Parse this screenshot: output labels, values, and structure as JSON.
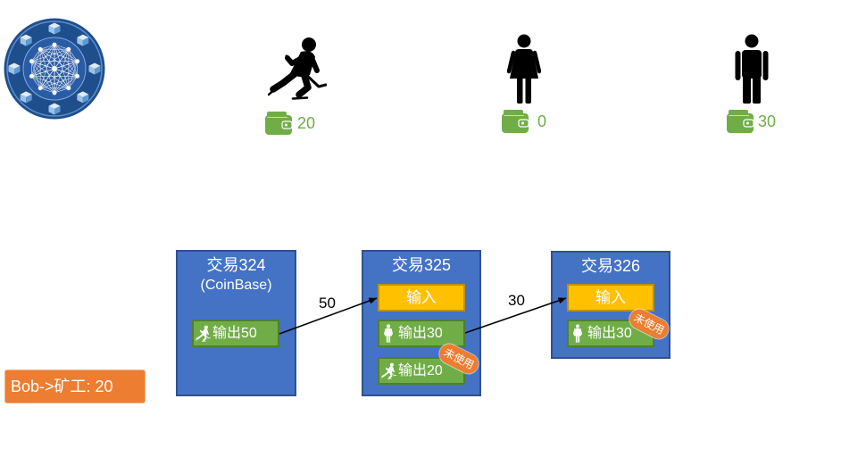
{
  "logo": {
    "icon": "network-logo-icon"
  },
  "users": [
    {
      "icon": "hockey-player-icon",
      "wallet_icon": "wallet-icon",
      "balance": "20"
    },
    {
      "icon": "woman-icon",
      "wallet_icon": "wallet-icon",
      "balance": "0"
    },
    {
      "icon": "man-icon",
      "wallet_icon": "wallet-icon",
      "balance": "30"
    }
  ],
  "transactions": [
    {
      "title": "交易324",
      "subtitle": "(CoinBase)",
      "outputs": [
        {
          "icon": "hockey-player-icon",
          "label": "输出50"
        }
      ]
    },
    {
      "title": "交易325",
      "input": "输入",
      "outputs": [
        {
          "icon": "woman-icon",
          "label": "输出30"
        },
        {
          "icon": "hockey-player-icon",
          "label": "输出20",
          "badge": "未使用"
        }
      ]
    },
    {
      "title": "交易326",
      "input": "输入",
      "outputs": [
        {
          "icon": "woman-icon",
          "label": "输出30",
          "badge": "未使用"
        }
      ]
    }
  ],
  "arrows": [
    {
      "label": "50"
    },
    {
      "label": "30"
    }
  ],
  "note": {
    "text": "Bob->矿工: 20"
  },
  "colors": {
    "transaction_box": "#4472C4",
    "transaction_border": "#2F528F",
    "input": "#FFC000",
    "output": "#70AD47",
    "badge": "#ED7D31",
    "wallet": "#70AD47",
    "note": "#ED7D31"
  }
}
